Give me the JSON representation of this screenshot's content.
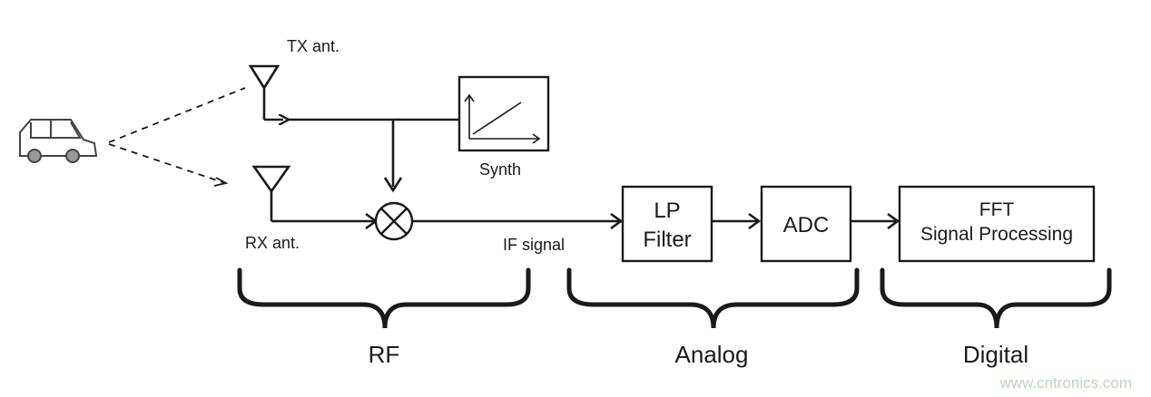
{
  "labels": {
    "tx_antenna": "TX ant.",
    "rx_antenna": "RX ant.",
    "synth": "Synth",
    "if_signal": "IF signal",
    "lp_filter_line1": "LP",
    "lp_filter_line2": "Filter",
    "adc": "ADC",
    "fft_line1": "FFT",
    "fft_line2": "Signal Processing"
  },
  "sections": {
    "rf": "RF",
    "analog": "Analog",
    "digital": "Digital"
  },
  "watermark": "www.cntronics.com"
}
